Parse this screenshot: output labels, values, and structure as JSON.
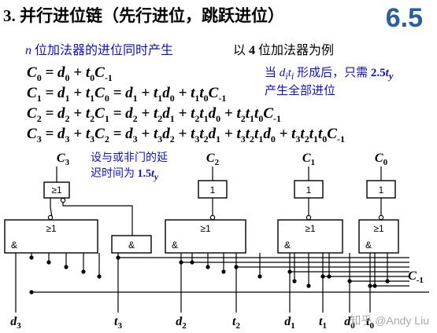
{
  "title": "3. 并行进位链（先行进位，跳跃进位）",
  "section_badge": "6.5",
  "intro": "n 位加法器的进位同时产生",
  "example": "以 4 位加法器为例",
  "note": {
    "line1": "当 diti 形成后，只需 2.5ty",
    "line2": "产生全部进位"
  },
  "equations": [
    "C0 = d0 + t0C-1",
    "C1 = d1 + t1C0 = d1 + t1d0 + t1t0C-1",
    "C2 = d2 + t2C1 = d2 + t2d1 + t2t1d0 + t2t1t0C-1",
    "C3 = d3 + t3C2 = d3 + t3d2 + t3t2d1 + t3t2t1d0 + t3t2t1t0C-1"
  ],
  "gate_note": {
    "line1": "设与或非门的延",
    "line2": "迟时间为 1.5ty"
  },
  "circuit": {
    "outputs": [
      "C3",
      "C2",
      "C1",
      "C0"
    ],
    "inputs": [
      "d3",
      "t3",
      "d2",
      "t2",
      "d1",
      "t1",
      "d0",
      "t0"
    ],
    "carry_in": "C-1",
    "gate_labels": {
      "nor": "≥1",
      "not": "1",
      "or": "≥1",
      "and": "&"
    }
  },
  "watermark": "知乎 @Andy Liu",
  "colors": {
    "accent_blue": "#1010c0",
    "badge": "#2a6099",
    "nor_gate": "#a0206a"
  }
}
